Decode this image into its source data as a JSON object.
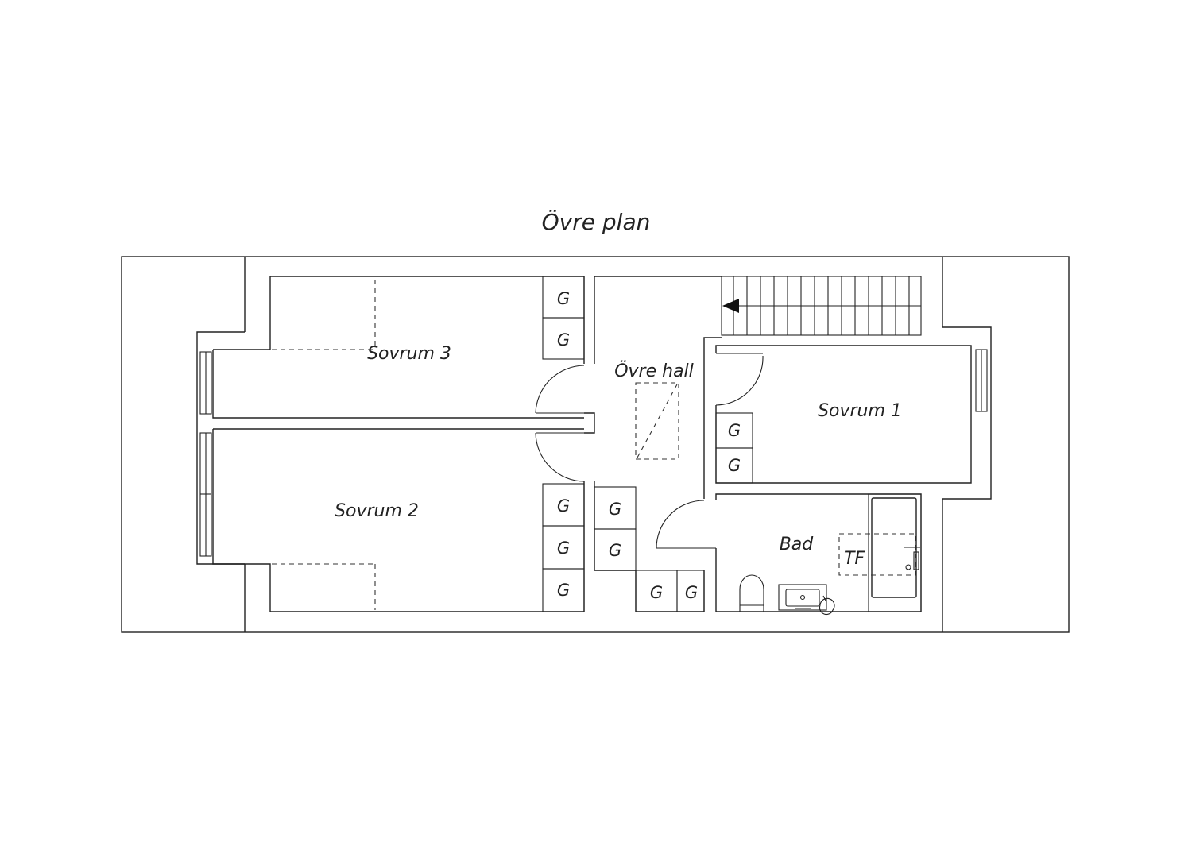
{
  "title": "Övre plan",
  "rooms": {
    "sovrum3": "Sovrum 3",
    "ovre_hall": "Övre hall",
    "sovrum1": "Sovrum 1",
    "sovrum2": "Sovrum 2",
    "bad": "Bad"
  },
  "wardrobe_label": "G",
  "bath_fixture_label": "TF",
  "icons": [
    "stair-arrow-icon",
    "toilet-icon",
    "sink-icon",
    "bathtub-icon",
    "shower-icon"
  ]
}
